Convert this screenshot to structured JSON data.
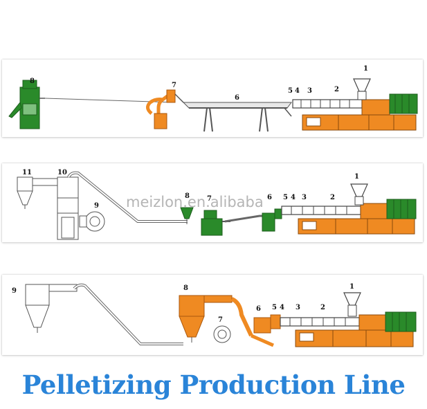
{
  "title": "Pelletizing Production Line",
  "watermark": "meizlon.en.alibaba",
  "colors": {
    "orange": "#ef8a22",
    "green": "#2a8a2a",
    "title_blue": "#2a84d8",
    "line_gray": "#555555"
  },
  "lines": [
    {
      "labels": [
        "8",
        "7",
        "6",
        "5",
        "4",
        "3",
        "2",
        "1"
      ]
    },
    {
      "labels": [
        "11",
        "10",
        "9",
        "8",
        "7",
        "6",
        "5",
        "4",
        "3",
        "2",
        "1"
      ]
    },
    {
      "labels": [
        "9",
        "8",
        "7",
        "6",
        "5",
        "4",
        "3",
        "2",
        "1"
      ]
    }
  ]
}
